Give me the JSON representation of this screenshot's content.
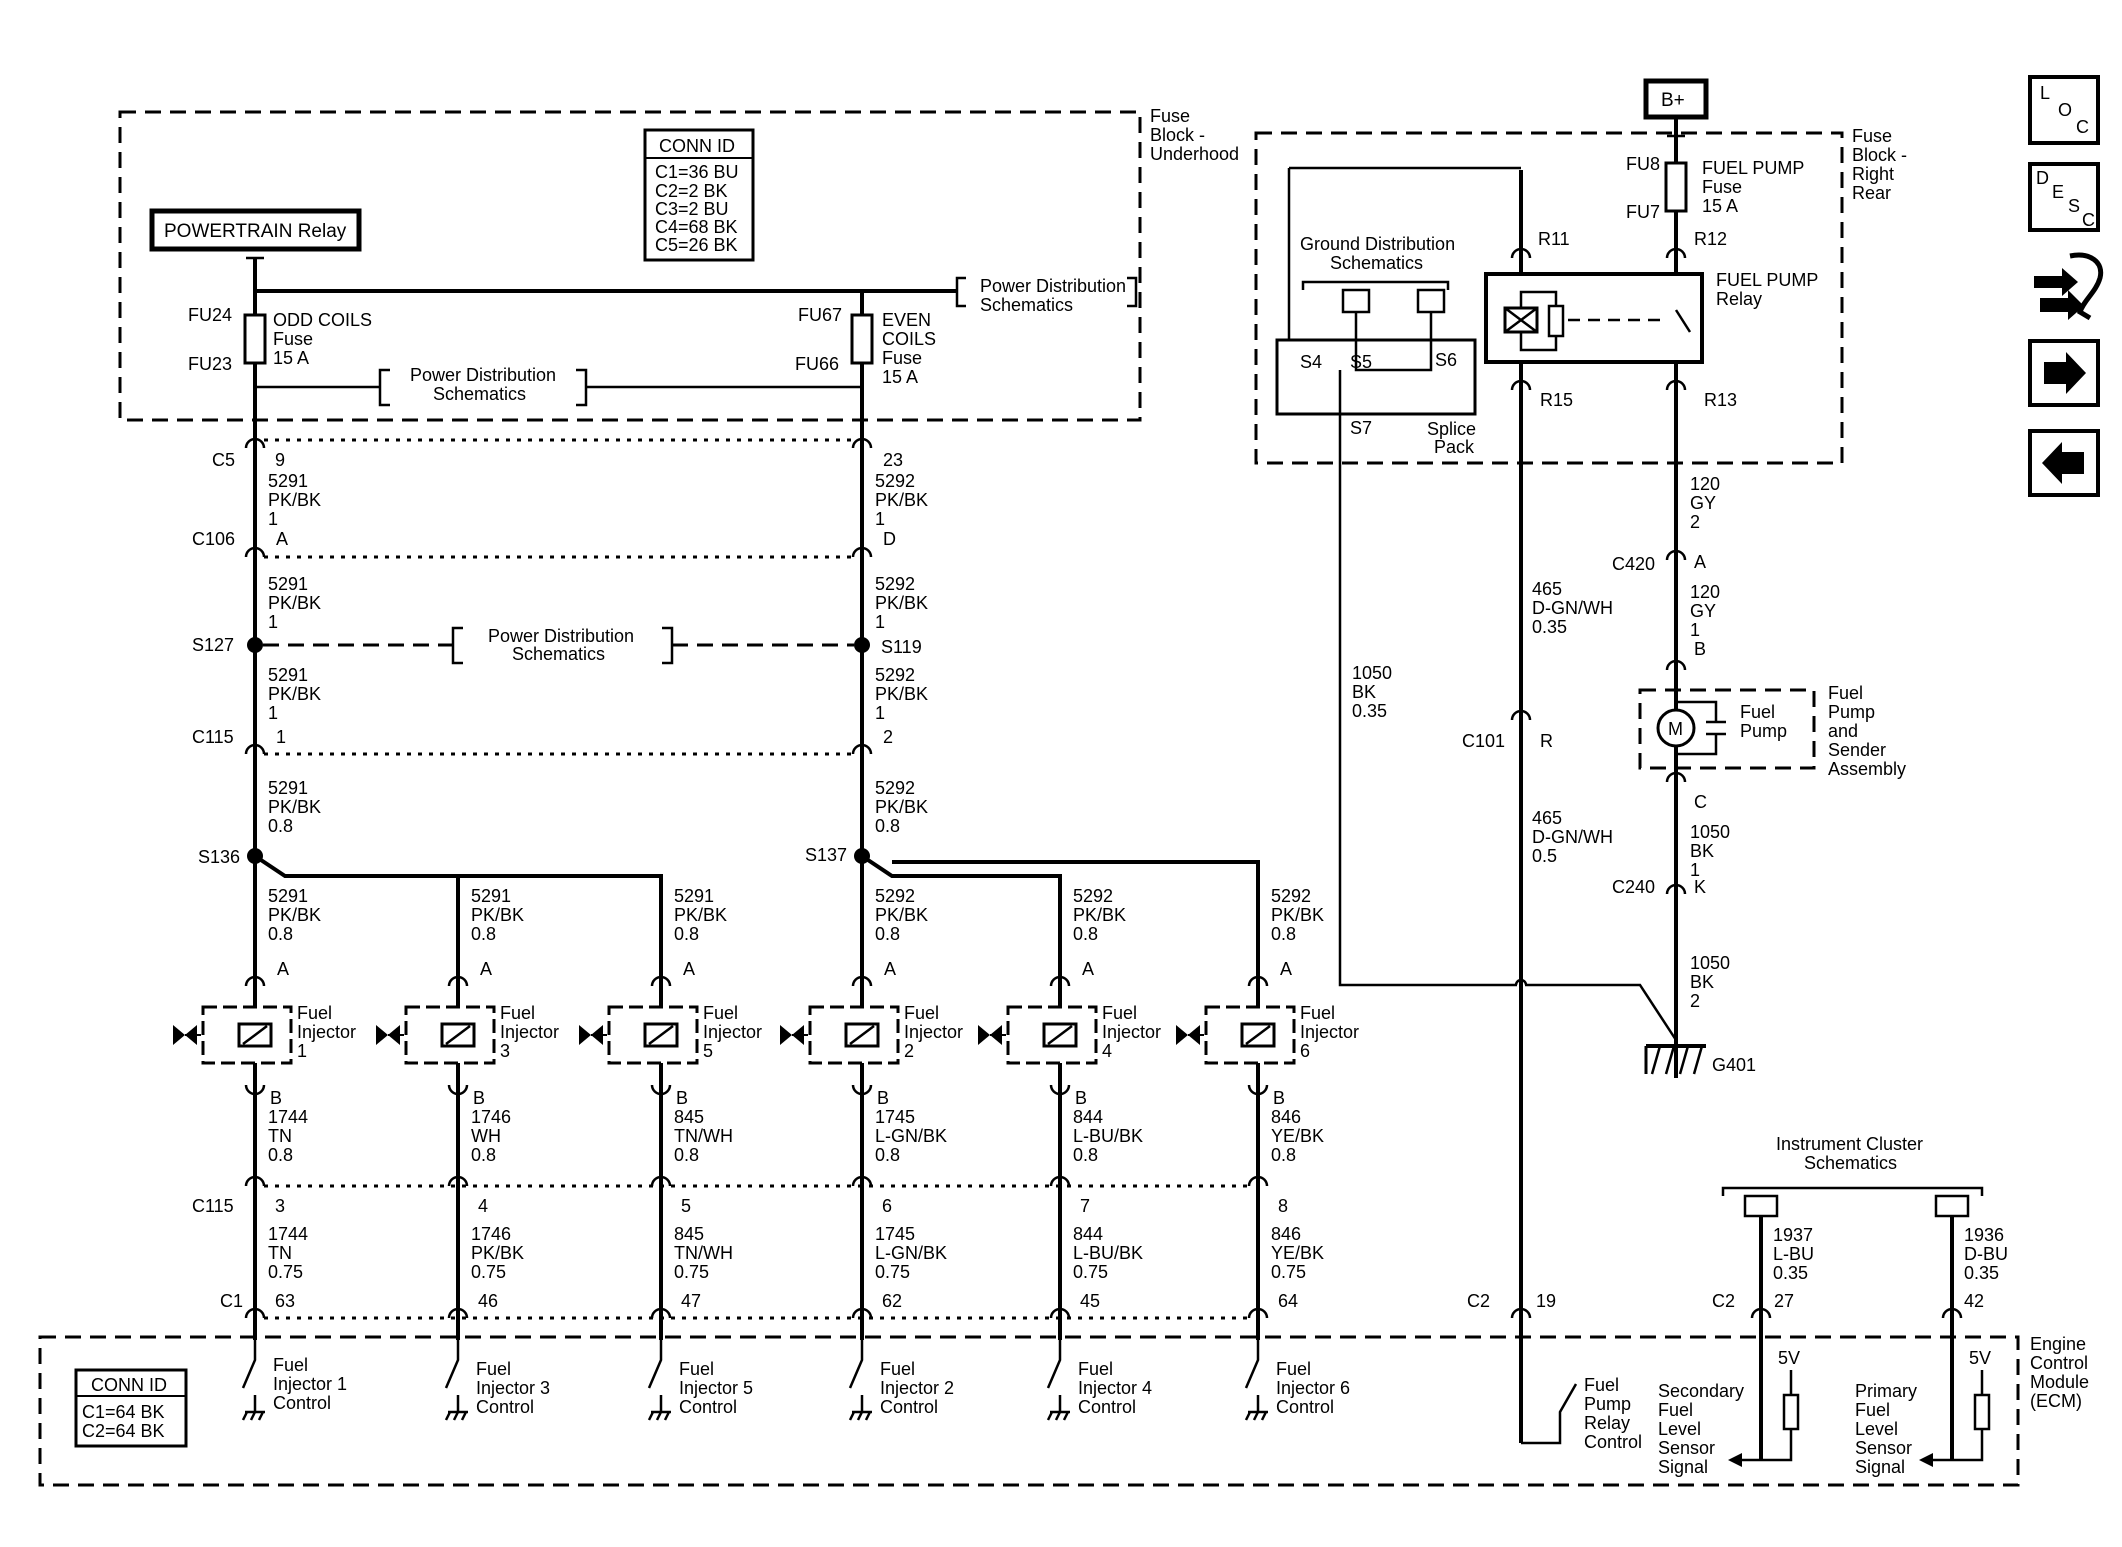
{
  "header": {
    "bplus": "B+",
    "powertrain_relay": "POWERTRAIN Relay"
  },
  "blocks": {
    "fuse_underhood": [
      "Fuse",
      "Block -",
      "Underhood"
    ],
    "fuse_right_rear": [
      "Fuse",
      "Block -",
      "Right",
      "Rear"
    ],
    "ecm": [
      "Engine",
      "Control",
      "Module",
      "(ECM)"
    ],
    "splice_pack": [
      "Splice",
      "Pack"
    ]
  },
  "conn_id_top": {
    "title": "CONN ID",
    "lines": [
      "C1=36 BU",
      "C2=2 BK",
      "C3=2 BU",
      "C4=68 BK",
      "C5=26 BK"
    ]
  },
  "conn_id_ecm": {
    "title": "CONN ID",
    "lines": [
      "C1=64 BK",
      "C2=64 BK"
    ]
  },
  "fuses": {
    "odd": {
      "top": "FU24",
      "bottom": "FU23",
      "label": [
        "ODD COILS",
        "Fuse",
        "15 A"
      ]
    },
    "even": {
      "top": "FU67",
      "bottom": "FU66",
      "label": [
        "EVEN",
        "COILS",
        "Fuse",
        "15 A"
      ]
    },
    "fuel_pump": {
      "top": "FU8",
      "bottom": "FU7",
      "label": [
        "FUEL PUMP",
        "Fuse",
        "15 A"
      ]
    }
  },
  "refs": {
    "pds": [
      "Power Distribution",
      "Schematics"
    ],
    "gds": [
      "Ground Distribution",
      "Schematics"
    ],
    "ics": [
      "Instrument Cluster",
      "Schematics"
    ]
  },
  "connectors": {
    "c5": "C5",
    "c106": "C106",
    "s127": "S127",
    "c115": "C115",
    "s136": "S136",
    "s137": "S137",
    "s119": "S119",
    "c1": "C1",
    "c2": "C2",
    "c101": "C101",
    "c420": "C420",
    "c240": "C240",
    "g401": "G401"
  },
  "pins": {
    "c5_odd": "9",
    "c5_even": "23",
    "c106_odd": "A",
    "c106_even": "D",
    "c115_odd": "1",
    "c115_even": "2",
    "inj_top": "A",
    "inj_bottom": "B",
    "c101": "R",
    "c420": "A",
    "pump_top": "B",
    "pump_bottom": "C",
    "c240": "K",
    "c2_relay": "19",
    "c2_sec": "27",
    "c2_pri": "42"
  },
  "wires": {
    "w5291_1": [
      "5291",
      "PK/BK",
      "1"
    ],
    "w5292_1": [
      "5292",
      "PK/BK",
      "1"
    ],
    "w5291_08": [
      "5291",
      "PK/BK",
      "0.8"
    ],
    "w5292_08": [
      "5292",
      "PK/BK",
      "0.8"
    ],
    "w465_035": [
      "465",
      "D-GN/WH",
      "0.35"
    ],
    "w465_05": [
      "465",
      "D-GN/WH",
      "0.5"
    ],
    "w1050_035": [
      "1050",
      "BK",
      "0.35"
    ],
    "w120_2": [
      "120",
      "GY",
      "2"
    ],
    "w120_1": [
      "120",
      "GY",
      "1"
    ],
    "w1050_1": [
      "1050",
      "BK",
      "1"
    ],
    "w1050_2": [
      "1050",
      "BK",
      "2"
    ],
    "w1937": [
      "1937",
      "L-BU",
      "0.35"
    ],
    "w1936": [
      "1936",
      "D-BU",
      "0.35"
    ]
  },
  "relay": {
    "r11": "R11",
    "r12": "R12",
    "r13": "R13",
    "r15": "R15",
    "label": [
      "FUEL PUMP",
      "Relay"
    ]
  },
  "splice": {
    "s4": "S4",
    "s5": "S5",
    "s6": "S6",
    "s7": "S7"
  },
  "pump": {
    "symbol": "M",
    "label": [
      "Fuel",
      "Pump"
    ],
    "assembly": [
      "Fuel",
      "Pump",
      "and",
      "Sender",
      "Assembly"
    ]
  },
  "injectors": [
    {
      "name": [
        "Fuel",
        "Injector",
        "1"
      ],
      "w_top": [
        "5291",
        "PK/BK",
        "0.8"
      ],
      "w_b": [
        "1744",
        "TN",
        "0.8"
      ],
      "c115": "3",
      "w_c": [
        "1744",
        "TN",
        "0.75"
      ],
      "c1": "63",
      "ctl": [
        "Fuel",
        "Injector 1",
        "Control"
      ]
    },
    {
      "name": [
        "Fuel",
        "Injector",
        "3"
      ],
      "w_top": [
        "5291",
        "PK/BK",
        "0.8"
      ],
      "w_b": [
        "1746",
        "WH",
        "0.8"
      ],
      "c115": "4",
      "w_c": [
        "1746",
        "PK/BK",
        "0.75"
      ],
      "c1": "46",
      "ctl": [
        "Fuel",
        "Injector 3",
        "Control"
      ]
    },
    {
      "name": [
        "Fuel",
        "Injector",
        "5"
      ],
      "w_top": [
        "5291",
        "PK/BK",
        "0.8"
      ],
      "w_b": [
        "845",
        "TN/WH",
        "0.8"
      ],
      "c115": "5",
      "w_c": [
        "845",
        "TN/WH",
        "0.75"
      ],
      "c1": "47",
      "ctl": [
        "Fuel",
        "Injector 5",
        "Control"
      ]
    },
    {
      "name": [
        "Fuel",
        "Injector",
        "2"
      ],
      "w_top": [
        "5292",
        "PK/BK",
        "0.8"
      ],
      "w_b": [
        "1745",
        "L-GN/BK",
        "0.8"
      ],
      "c115": "6",
      "w_c": [
        "1745",
        "L-GN/BK",
        "0.75"
      ],
      "c1": "62",
      "ctl": [
        "Fuel",
        "Injector 2",
        "Control"
      ]
    },
    {
      "name": [
        "Fuel",
        "Injector",
        "4"
      ],
      "w_top": [
        "5292",
        "PK/BK",
        "0.8"
      ],
      "w_b": [
        "844",
        "L-BU/BK",
        "0.8"
      ],
      "c115": "7",
      "w_c": [
        "844",
        "L-BU/BK",
        "0.75"
      ],
      "c1": "45",
      "ctl": [
        "Fuel",
        "Injector 4",
        "Control"
      ]
    },
    {
      "name": [
        "Fuel",
        "Injector",
        "6"
      ],
      "w_top": [
        "5292",
        "PK/BK",
        "0.8"
      ],
      "w_b": [
        "846",
        "YE/BK",
        "0.8"
      ],
      "c115": "8",
      "w_c": [
        "846",
        "YE/BK",
        "0.75"
      ],
      "c1": "64",
      "ctl": [
        "Fuel",
        "Injector 6",
        "Control"
      ]
    }
  ],
  "ecm_signals": {
    "relay_control": [
      "Fuel",
      "Pump",
      "Relay",
      "Control"
    ],
    "secondary": [
      "Secondary",
      "Fuel",
      "Level",
      "Sensor",
      "Signal"
    ],
    "primary": [
      "Primary",
      "Fuel",
      "Level",
      "Sensor",
      "Signal"
    ],
    "v5": "5V"
  },
  "sidebar": {
    "loc": [
      "L",
      "O",
      "C"
    ],
    "desc": [
      "D",
      "E",
      "S",
      "C"
    ]
  }
}
